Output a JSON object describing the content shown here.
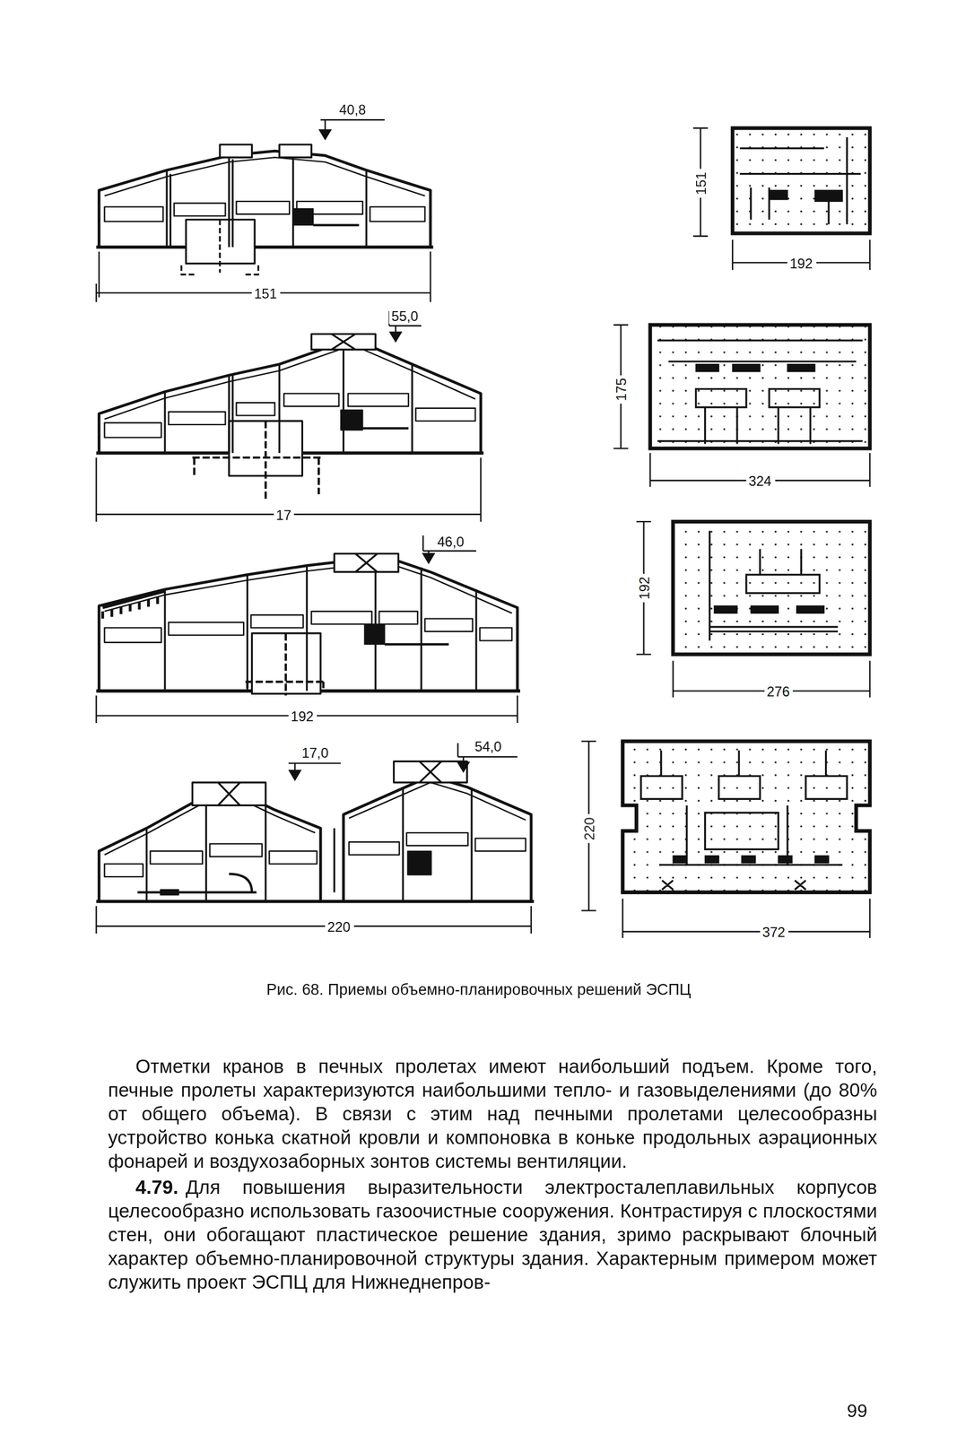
{
  "diagram": {
    "caption": "Рис. 68. Приемы объемно-планировочных решений ЭСПЦ",
    "labels": [
      "40,8",
      "151",
      "151",
      "192",
      "55,0",
      "175",
      "17",
      "324",
      "46,0",
      "192",
      "192",
      "276",
      "17,0",
      "54,0",
      "220",
      "220",
      "372",
      "Отметки кранов в печных пролетах имеют наибольший подъем. Кроме того, печные пролеты характеризуются наибольшими тепло- и газовыделениями (до 80% от общего объема). В связи с этим над печными пролетами целесообразны устройство конька скатной кровли и компоновка в коньке продольных аэрационных фонарей и воздухозаборных зонтов системы вентиляции.",
      "4.79.",
      "Для повышения выразительности электросталеплавильных корпусов целесообразно использовать газоочистные сооружения. Контрастируя с плоскостями стен, они обогащают пластическое решение здания, зримо раскрывают блочный характер объемно-планировочной структуры здания. Характерным примером может служить проект ЭСПЦ для Нижнеднепров-",
      "99"
    ]
  }
}
